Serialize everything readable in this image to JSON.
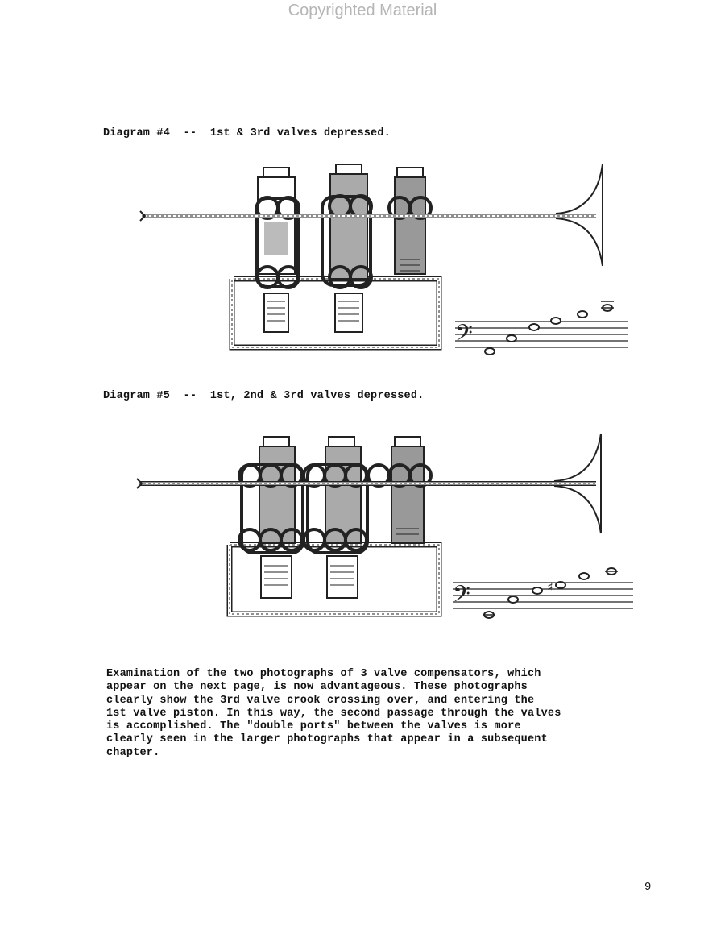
{
  "watermark": "Copyrighted Material",
  "diagrams": [
    {
      "caption": "Diagram #4  --  1st & 3rd valves depressed."
    },
    {
      "caption": "Diagram #5  --  1st, 2nd & 3rd valves depressed."
    }
  ],
  "paragraph_lines": [
    "Examination of the two photographs of 3 valve compensators, which",
    "appear on the next page, is now advantageous. These photographs",
    "clearly show the 3rd valve crook crossing over, and entering the",
    "1st valve piston. In this way, the second passage through the valves",
    "is accomplished. The \"double ports\" between the valves is more",
    "clearly seen in the larger photographs that appear in a subsequent",
    "chapter."
  ],
  "page_number": "9"
}
